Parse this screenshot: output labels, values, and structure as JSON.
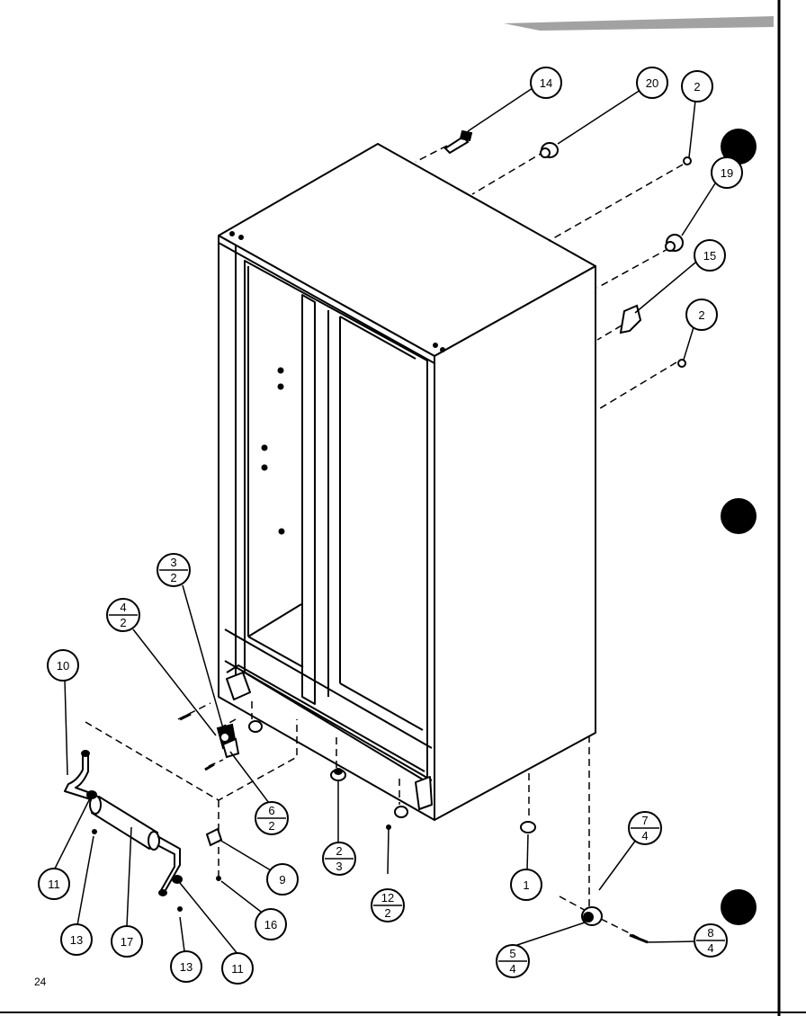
{
  "page_number": "24",
  "callouts": {
    "c14": "14",
    "c20": "20",
    "c2a": "2",
    "c19": "19",
    "c15": "15",
    "c2b": "2",
    "c10": "10",
    "c11a": "11",
    "c13a": "13",
    "c17": "17",
    "c13b": "13",
    "c11b": "11",
    "c16": "16",
    "c9": "9",
    "c1": "1",
    "c3_2": {
      "top": "3",
      "bottom": "2"
    },
    "c4_2": {
      "top": "4",
      "bottom": "2"
    },
    "c6_2": {
      "top": "6",
      "bottom": "2"
    },
    "c2_3": {
      "top": "2",
      "bottom": "3"
    },
    "c12_2": {
      "top": "12",
      "bottom": "2"
    },
    "c7_4": {
      "top": "7",
      "bottom": "4"
    },
    "c5_4": {
      "top": "5",
      "bottom": "4"
    },
    "c8_4": {
      "top": "8",
      "bottom": "4"
    }
  }
}
